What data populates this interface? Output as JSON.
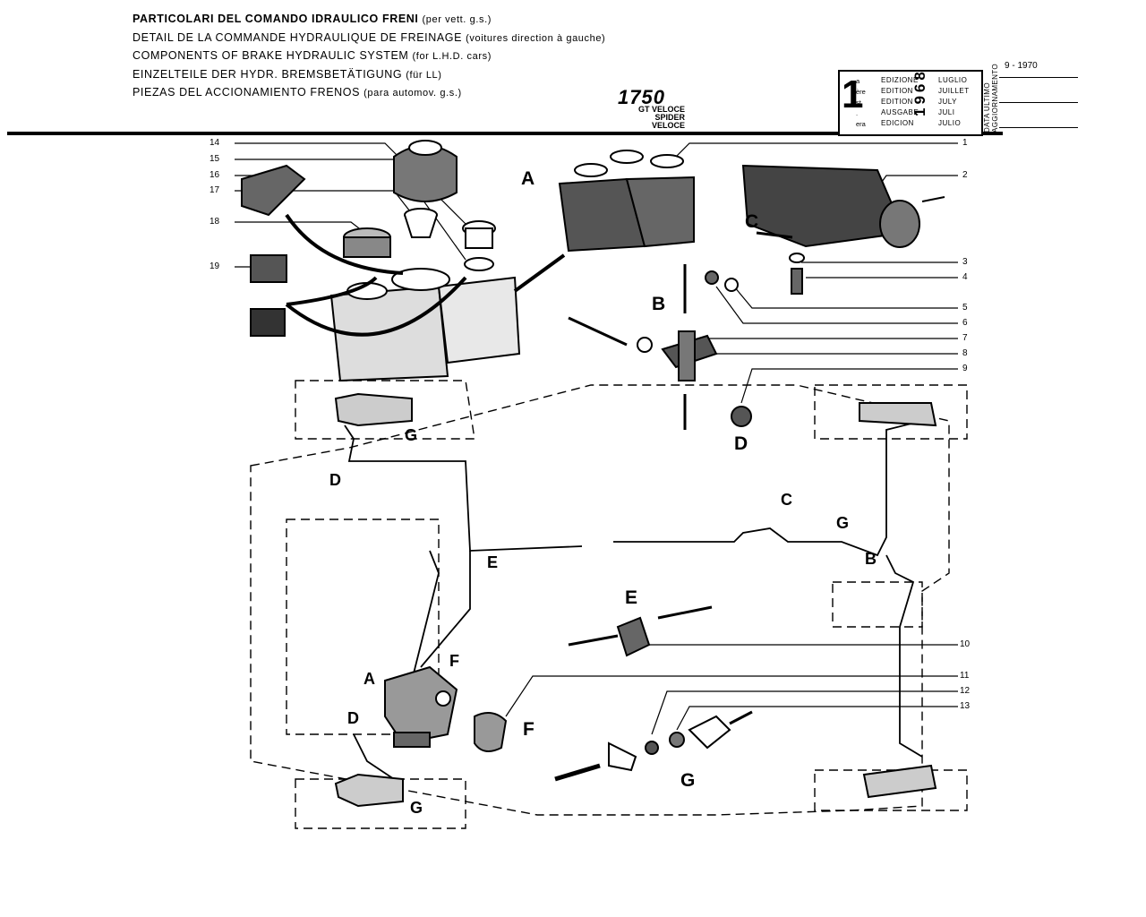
{
  "header": {
    "titles": [
      {
        "main": "PARTICOLARI DEL COMANDO IDRAULICO FRENI",
        "note": "(per vett. g.s.)"
      },
      {
        "main": "DETAIL DE LA COMMANDE HYDRAULIQUE DE FREINAGE",
        "note": "(voitures direction à gauche)"
      },
      {
        "main": "COMPONENTS OF BRAKE HYDRAULIC SYSTEM",
        "note": "(for L.H.D. cars)"
      },
      {
        "main": "EINZELTEILE DER HYDR. BREMSBETÄTIGUNG",
        "note": "(für LL)"
      },
      {
        "main": "PIEZAS DEL ACCIONAMIENTO FRENOS",
        "note": "(para automov. g.s.)"
      }
    ],
    "model": "1750",
    "model_variants": [
      "GT VELOCE",
      "SPIDER VELOCE"
    ]
  },
  "edition": {
    "number": "1",
    "ordinals": [
      "a",
      "ère",
      "st",
      ".",
      "era"
    ],
    "words": [
      "EDIZIONE",
      "EDITION",
      "EDITION",
      "AUSGABE",
      "EDICION"
    ],
    "year": "1968",
    "months": [
      "LUGLIO",
      "JUILLET",
      "JULY",
      "JULI",
      "JULIO"
    ],
    "update_label": [
      "DATA ULTIMO",
      "AGGIORNAMENTO"
    ],
    "update_date": "9 - 1970"
  },
  "part_numbers": {
    "left": [
      "14",
      "15",
      "16",
      "17",
      "18",
      "19"
    ],
    "right": [
      "1",
      "2",
      "3",
      "4",
      "5",
      "6",
      "7",
      "8",
      "9",
      "10",
      "11",
      "12",
      "13"
    ]
  },
  "detail_letters": {
    "A_detail": "A",
    "B_detail": "B",
    "C_detail": "C",
    "D_detail": "D",
    "E_detail": "E",
    "F_detail": "F",
    "G_detail": "G",
    "chassis": [
      "G",
      "D",
      "E",
      "C",
      "G",
      "B",
      "A",
      "F",
      "D",
      "G"
    ]
  }
}
